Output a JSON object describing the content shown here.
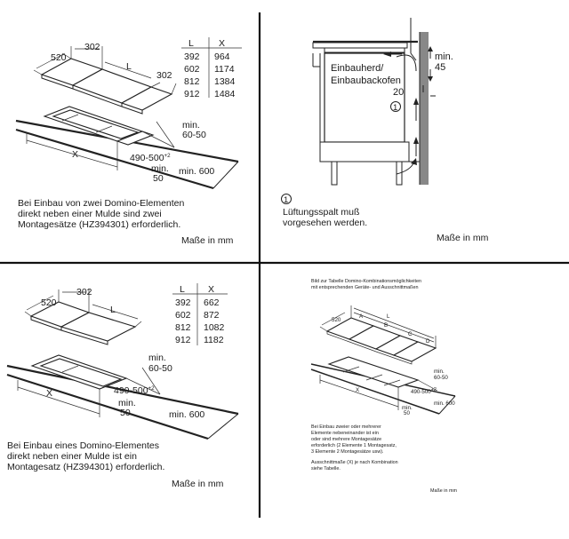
{
  "q1": {
    "table": {
      "headers": [
        "L",
        "X"
      ],
      "rows": [
        [
          "392",
          "964"
        ],
        [
          "602",
          "1174"
        ],
        [
          "812",
          "1384"
        ],
        [
          "912",
          "1484"
        ]
      ]
    },
    "dims": {
      "d520": "520",
      "d302a": "302",
      "dL": "L",
      "d302b": "302",
      "dX": "X",
      "dmin": "min.",
      "d6050": "60-50",
      "dcut": "490-500",
      "dsup": "+2",
      "dmin50a": "min.",
      "dmin50b": "50",
      "dmin600": "min. 600"
    },
    "note": [
      "Bei Einbau von zwei Domino-Elementen",
      "direkt neben einer Mulde sind zwei",
      "Montagesätze (HZ394301) erforderlich."
    ],
    "unit": "Maße in mm"
  },
  "q2": {
    "labels": {
      "oven1": "Einbauherd/",
      "oven2": "Einbaubackofen",
      "min": "min.",
      "min45": "45",
      "d20": "20",
      "circ": "1"
    },
    "note": [
      "Lüftungsspalt muß",
      "vorgesehen werden."
    ],
    "circ": "1",
    "unit": "Maße in mm"
  },
  "q3": {
    "table": {
      "headers": [
        "L",
        "X"
      ],
      "rows": [
        [
          "392",
          "662"
        ],
        [
          "602",
          "872"
        ],
        [
          "812",
          "1082"
        ],
        [
          "912",
          "1182"
        ]
      ]
    },
    "dims": {
      "d520": "520",
      "d302": "302",
      "dL": "L",
      "dX": "X",
      "dmin": "min.",
      "d6050": "60-50",
      "dcut": "490-500",
      "dsup": "+2",
      "dmin50a": "min.",
      "dmin50b": "50",
      "dmin600": "min. 600"
    },
    "note": [
      "Bei Einbau eines Domino-Elementes",
      "direkt neben einer Mulde ist ein",
      "Montagesatz (HZ394301) erforderlich."
    ],
    "unit": "Maße in mm"
  },
  "q4": {
    "caption": [
      "Bild zur Tabelle Domino-Kombinationsmöglichkeiten",
      "mit entsprechenden Geräte- und Ausschnittmaßen"
    ],
    "dims": {
      "d520": "520",
      "dL": "L",
      "dA": "A",
      "dB": "B",
      "dC": "C",
      "dD": "D",
      "dX": "X",
      "dmin": "min.",
      "d6050": "60-50",
      "dcut": "490-500",
      "dsup": "+2",
      "dmin50a": "min.",
      "dmin50b": "50",
      "dmin600": "min. 600"
    },
    "note": [
      "Bei Einbau zweier oder mehrerer",
      "Elemente nebeneinander ist ein",
      "oder sind mehrere Montagesätze",
      "erforderlich (2 Elemente 1 Montagesatz,",
      "3 Elemente 2 Montagesätze usw)."
    ],
    "note2": [
      "Ausschnittmaße (X) je nach Kombination",
      "siehe Tabelle."
    ],
    "unit": "Maße in mm"
  }
}
